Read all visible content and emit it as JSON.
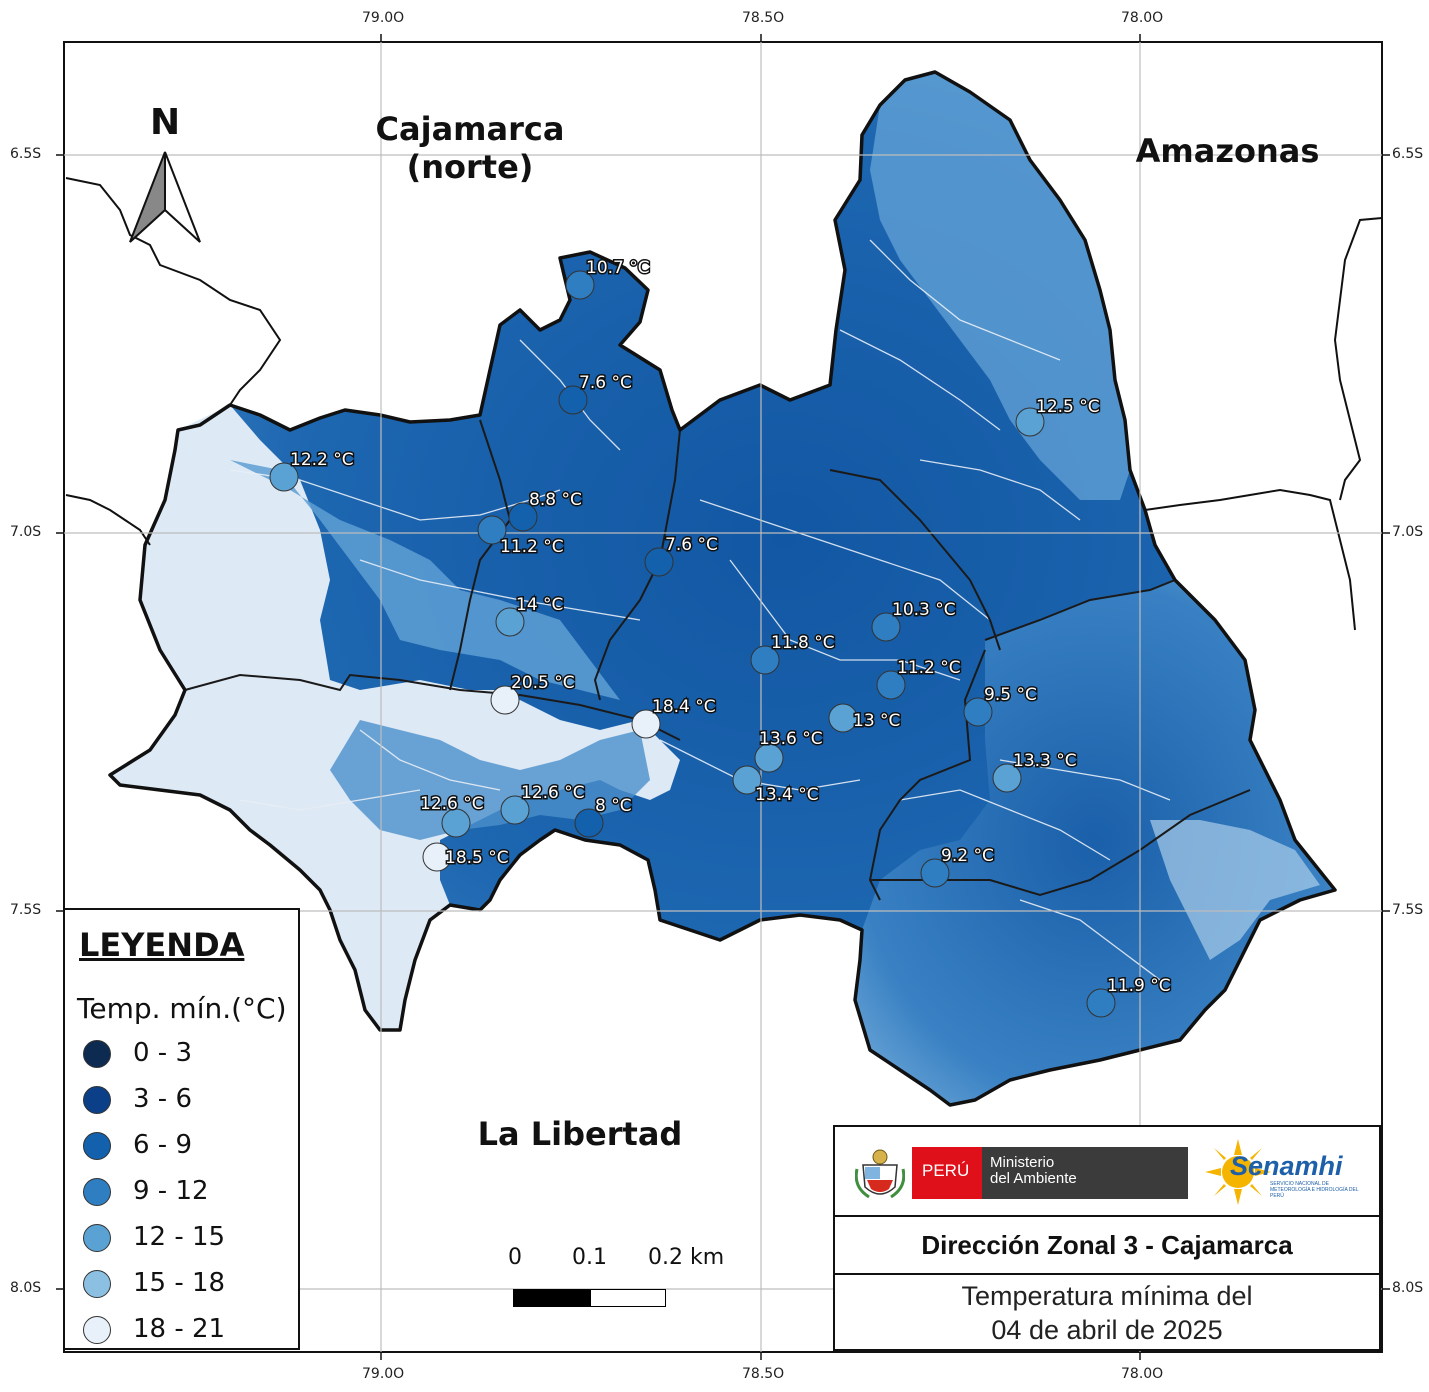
{
  "axes": {
    "top_ticks": [
      "79.0O",
      "78.5O",
      "78.0O"
    ],
    "bottom_ticks": [
      "79.0O",
      "78.5O",
      "78.0O"
    ],
    "left_ticks": [
      "6.5S",
      "7.0S",
      "7.5S",
      "8.0S"
    ],
    "right_ticks": [
      "6.5S",
      "7.0S",
      "7.5S",
      "8.0S"
    ]
  },
  "regions": {
    "cajamarca_line1": "Cajamarca",
    "cajamarca_line2": "(norte)",
    "amazonas": "Amazonas",
    "la_libertad": "La Libertad"
  },
  "north_arrow": {
    "label": "N",
    "icon": "north-arrow-icon"
  },
  "stations": [
    {
      "value": "10.7 °C",
      "class": "9 - 12"
    },
    {
      "value": "7.6 °C",
      "class": "6 - 9"
    },
    {
      "value": "12.5 °C",
      "class": "12 - 15"
    },
    {
      "value": "12.2 °C",
      "class": "12 - 15"
    },
    {
      "value": "8.8 °C",
      "class": "6 - 9"
    },
    {
      "value": "11.2 °C",
      "class": "9 - 12"
    },
    {
      "value": "7.6 °C",
      "class": "6 - 9"
    },
    {
      "value": "14 °C",
      "class": "12 - 15"
    },
    {
      "value": "10.3 °C",
      "class": "9 - 12"
    },
    {
      "value": "11.8 °C",
      "class": "9 - 12"
    },
    {
      "value": "11.2 °C",
      "class": "9 - 12"
    },
    {
      "value": "20.5 °C",
      "class": "18 - 21"
    },
    {
      "value": "9.5 °C",
      "class": "9 - 12"
    },
    {
      "value": "18.4 °C",
      "class": "18 - 21"
    },
    {
      "value": "13 °C",
      "class": "12 - 15"
    },
    {
      "value": "13.6 °C",
      "class": "12 - 15"
    },
    {
      "value": "13.3 °C",
      "class": "12 - 15"
    },
    {
      "value": "13.4 °C",
      "class": "12 - 15"
    },
    {
      "value": "12.6 °C",
      "class": "12 - 15"
    },
    {
      "value": "12.6 °C",
      "class": "12 - 15"
    },
    {
      "value": "8 °C",
      "class": "6 - 9"
    },
    {
      "value": "18.5 °C",
      "class": "18 - 21"
    },
    {
      "value": "9.2 °C",
      "class": "9 - 12"
    },
    {
      "value": "11.9 °C",
      "class": "9 - 12"
    }
  ],
  "legend": {
    "title": "LEYENDA",
    "subtitle": "Temp. mín.(°C)",
    "items": [
      {
        "label": "0 - 3",
        "color": "#0d2a50"
      },
      {
        "label": "3 - 6",
        "color": "#0b3f87"
      },
      {
        "label": "6 - 9",
        "color": "#1360ac"
      },
      {
        "label": "9 - 12",
        "color": "#2f7ec1"
      },
      {
        "label": "12 - 15",
        "color": "#5aa2d4"
      },
      {
        "label": "15 - 18",
        "color": "#8cc0e2"
      },
      {
        "label": "18 - 21",
        "color": "#e8f1f9"
      }
    ]
  },
  "scale_bar": {
    "labels": [
      "0",
      "0.1",
      "0.2 km"
    ]
  },
  "info": {
    "peru_label": "PERÚ",
    "ministry_line1": "Ministerio",
    "ministry_line2": "del Ambiente",
    "senamhi": "Senamhi",
    "senamhi_sub": "SERVICIO NACIONAL DE METEOROLOGÍA E HIDROLOGÍA DEL PERÚ",
    "org": "Dirección Zonal 3 - Cajamarca",
    "title_line1": "Temperatura mínima del",
    "title_line2": "04 de abril de 2025"
  },
  "colors": {
    "light_region": "#dde9f5",
    "mid_blue": "#2c74bb",
    "dark_blue": "#1257a3",
    "grid": "#c8c8c8",
    "border": "#111111"
  }
}
